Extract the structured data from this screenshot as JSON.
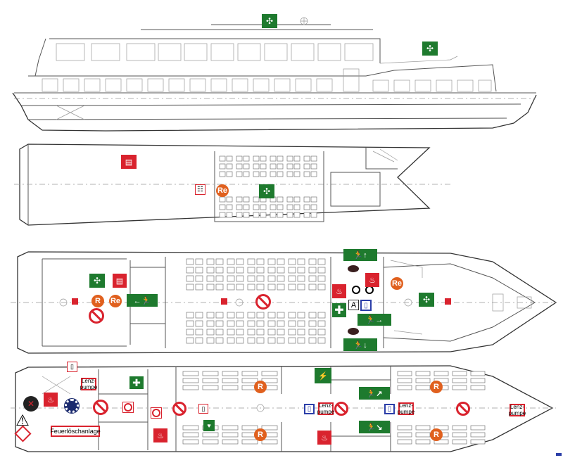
{
  "labels": {
    "lenzpumpe": "Lenz-\npumpe",
    "feuerloeschanlage": "Feuerlöschanlage",
    "letter_a": "A",
    "rescue_r": "R",
    "rescue_re": "Re"
  },
  "icons": {
    "assembly_point": "assembly-point-icon",
    "fire_alarm": "fire-alarm-icon",
    "fire_extinguisher": "fire-extinguisher-icon",
    "first_aid": "first-aid-icon",
    "emergency_exit": "emergency-exit-icon",
    "no_entry": "no-entry-icon",
    "life_ring": "life-ring-icon",
    "door": "door-icon",
    "ladder": "ladder-icon",
    "defibrillator": "defibrillator-icon",
    "warning": "warning-triangle-icon",
    "life_jacket": "life-jacket-icon"
  },
  "colors": {
    "safety_green": "#1e7a2e",
    "fire_red": "#d9232e",
    "rescue_orange": "#e0601e",
    "info_blue": "#2b3ea8"
  }
}
